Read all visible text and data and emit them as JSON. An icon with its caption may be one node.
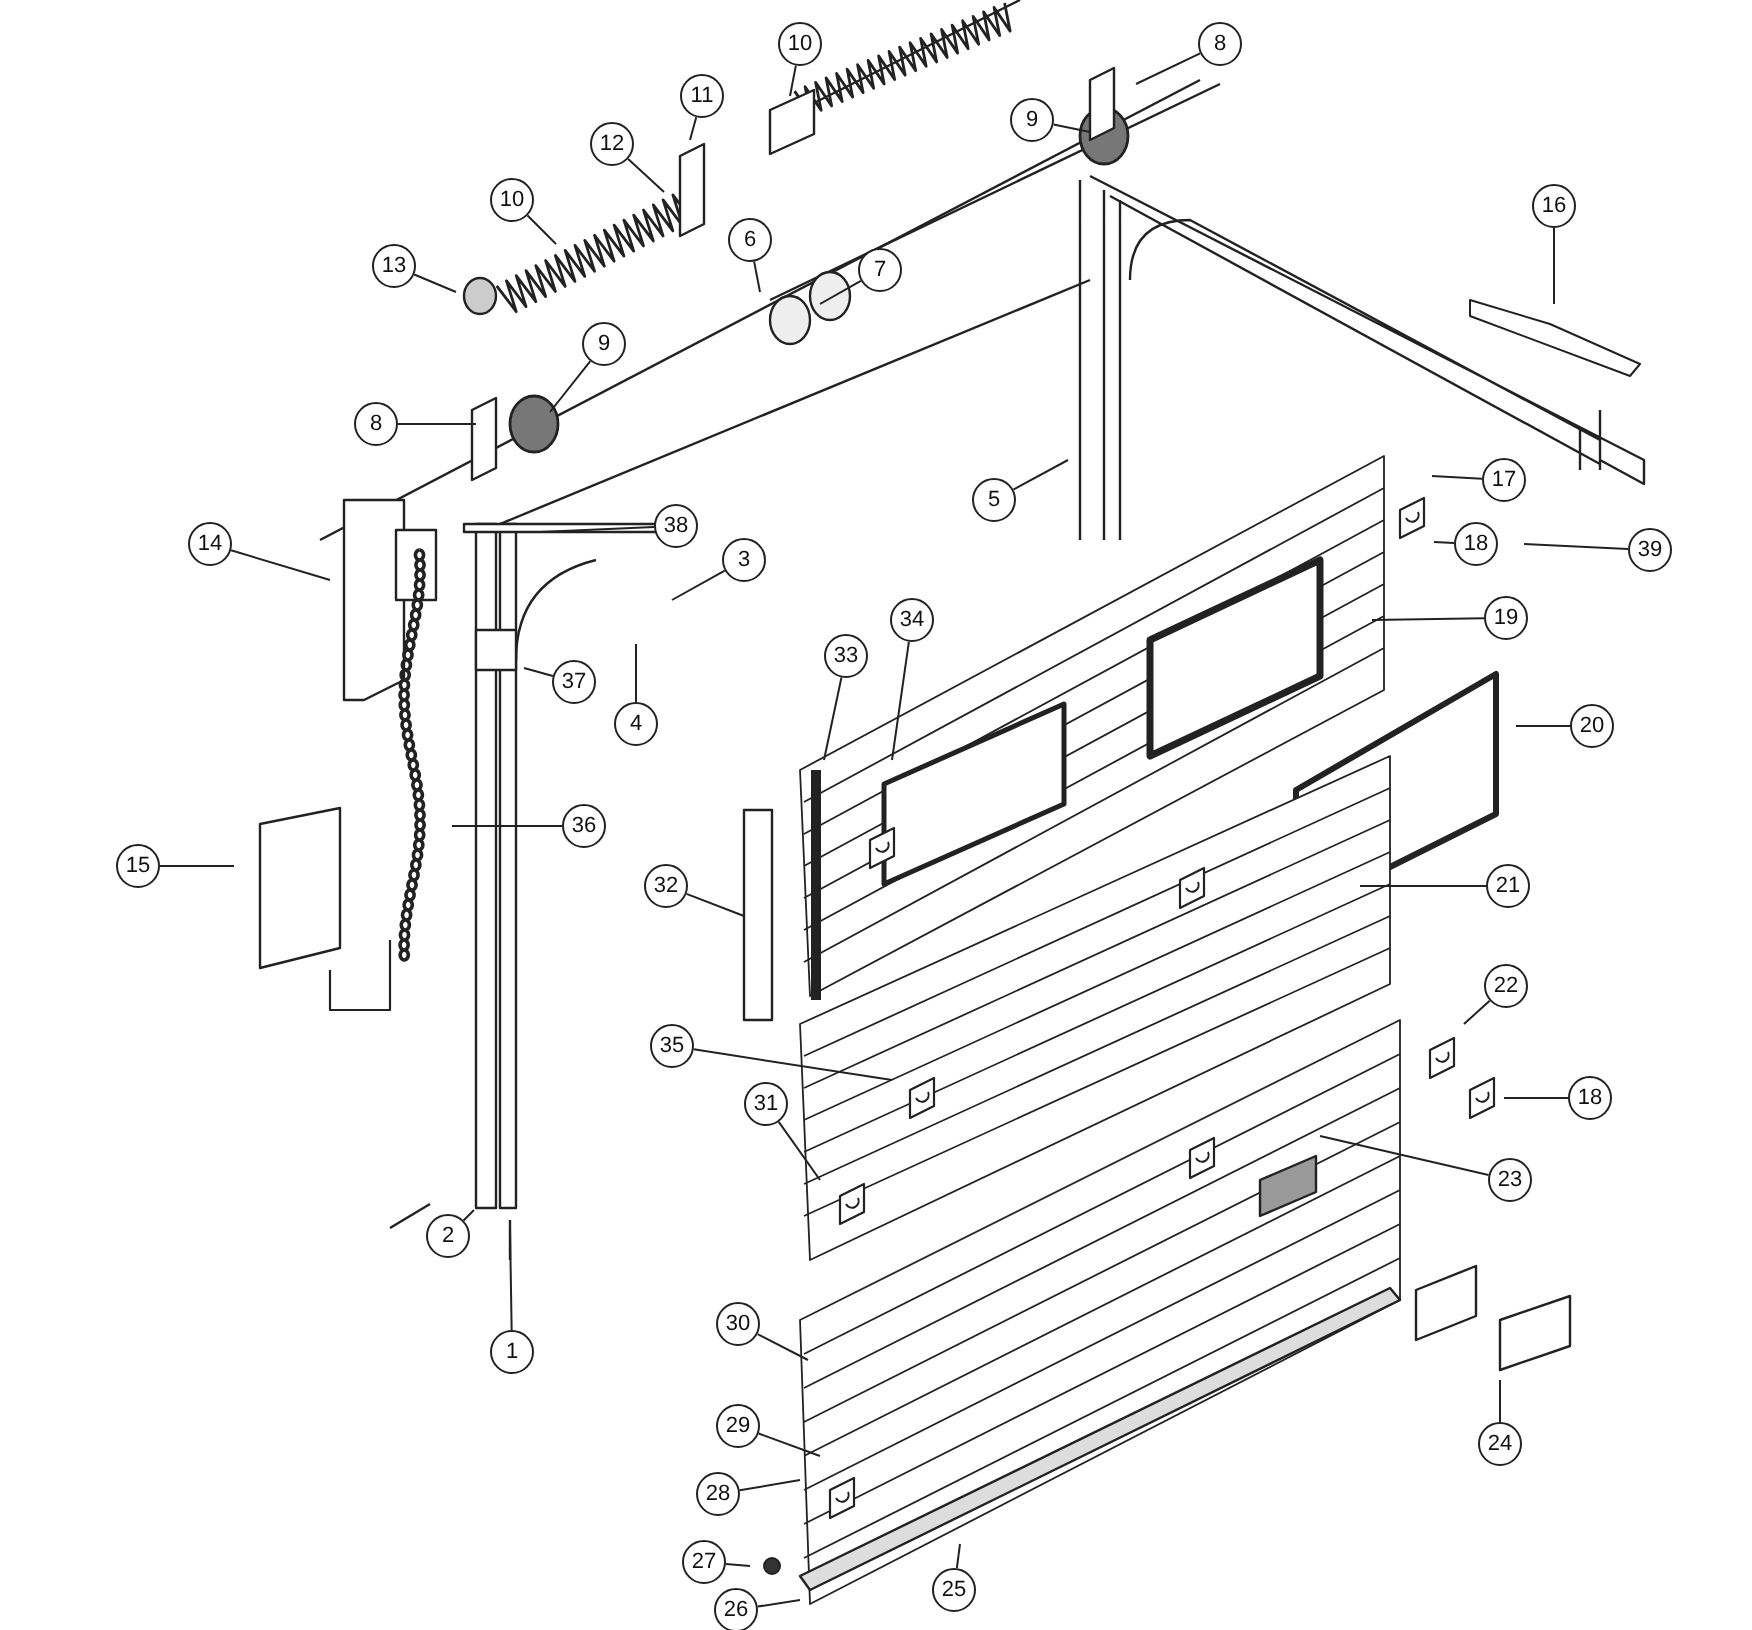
{
  "diagram": {
    "nodes": [
      {
        "text": [
          "10"
        ]
      },
      {
        "text": [
          "8"
        ]
      },
      {
        "text": [
          "11"
        ]
      },
      {
        "text": [
          "9"
        ]
      },
      {
        "text": [
          "12"
        ]
      },
      {
        "text": [
          "16"
        ]
      },
      {
        "text": [
          "10"
        ]
      },
      {
        "text": [
          "6"
        ]
      },
      {
        "text": [
          "13"
        ]
      },
      {
        "text": [
          "7"
        ]
      },
      {
        "text": [
          "9"
        ]
      },
      {
        "text": [
          "8"
        ]
      },
      {
        "text": [
          "17"
        ]
      },
      {
        "text": [
          "5"
        ]
      },
      {
        "text": [
          "38"
        ]
      },
      {
        "text": [
          "18"
        ]
      },
      {
        "text": [
          "14"
        ]
      },
      {
        "text": [
          "39"
        ]
      },
      {
        "text": [
          "3"
        ]
      },
      {
        "text": [
          "19"
        ]
      },
      {
        "text": [
          "34"
        ]
      },
      {
        "text": [
          "33"
        ]
      },
      {
        "text": [
          "37"
        ]
      },
      {
        "text": [
          "4"
        ]
      },
      {
        "text": [
          "20"
        ]
      },
      {
        "text": [
          "36"
        ]
      },
      {
        "text": [
          "15"
        ]
      },
      {
        "text": [
          "32"
        ]
      },
      {
        "text": [
          "21"
        ]
      },
      {
        "text": [
          "22"
        ]
      },
      {
        "text": [
          "35"
        ]
      },
      {
        "text": [
          "31"
        ]
      },
      {
        "text": [
          "18"
        ]
      },
      {
        "text": [
          "23"
        ]
      },
      {
        "text": [
          "2"
        ]
      },
      {
        "text": [
          "30"
        ]
      },
      {
        "text": [
          "1"
        ]
      },
      {
        "text": [
          "24"
        ]
      },
      {
        "text": [
          "29"
        ]
      },
      {
        "text": [
          "28"
        ]
      },
      {
        "text": [
          "27"
        ]
      },
      {
        "text": [
          "25"
        ]
      },
      {
        "text": [
          "26"
        ]
      }
    ],
    "edges": [
      {
        "from": 0,
        "to": null,
        "arrow": "none"
      },
      {
        "from": 1,
        "to": null,
        "arrow": "none"
      },
      {
        "from": 2,
        "to": null,
        "arrow": "none"
      },
      {
        "from": 3,
        "to": null,
        "arrow": "none"
      },
      {
        "from": 4,
        "to": null,
        "arrow": "none"
      },
      {
        "from": 5,
        "to": null,
        "arrow": "none"
      },
      {
        "from": 6,
        "to": null,
        "arrow": "none"
      },
      {
        "from": 7,
        "to": null,
        "arrow": "none"
      },
      {
        "from": 8,
        "to": null,
        "arrow": "none"
      },
      {
        "from": 9,
        "to": null,
        "arrow": "none"
      },
      {
        "from": 10,
        "to": null,
        "arrow": "none"
      },
      {
        "from": 11,
        "to": null,
        "arrow": "none"
      },
      {
        "from": 12,
        "to": null,
        "arrow": "none"
      },
      {
        "from": 13,
        "to": null,
        "arrow": "none"
      },
      {
        "from": 14,
        "to": null,
        "arrow": "none"
      },
      {
        "from": 15,
        "to": null,
        "arrow": "none"
      },
      {
        "from": 16,
        "to": null,
        "arrow": "none"
      },
      {
        "from": 17,
        "to": null,
        "arrow": "none"
      },
      {
        "from": 18,
        "to": null,
        "arrow": "none"
      },
      {
        "from": 19,
        "to": null,
        "arrow": "none"
      },
      {
        "from": 20,
        "to": null,
        "arrow": "none"
      },
      {
        "from": 21,
        "to": null,
        "arrow": "none"
      },
      {
        "from": 22,
        "to": null,
        "arrow": "none"
      },
      {
        "from": 23,
        "to": null,
        "arrow": "none"
      },
      {
        "from": 24,
        "to": null,
        "arrow": "none"
      },
      {
        "from": 25,
        "to": null,
        "arrow": "none"
      },
      {
        "from": 26,
        "to": null,
        "arrow": "none"
      },
      {
        "from": 27,
        "to": null,
        "arrow": "none"
      },
      {
        "from": 28,
        "to": null,
        "arrow": "none"
      },
      {
        "from": 29,
        "to": null,
        "arrow": "none"
      },
      {
        "from": 30,
        "to": null,
        "arrow": "none"
      },
      {
        "from": 31,
        "to": null,
        "arrow": "none"
      },
      {
        "from": 32,
        "to": null,
        "arrow": "none"
      },
      {
        "from": 33,
        "to": null,
        "arrow": "none"
      },
      {
        "from": 34,
        "to": null,
        "arrow": "none"
      },
      {
        "from": 35,
        "to": null,
        "arrow": "none"
      },
      {
        "from": 36,
        "to": null,
        "arrow": "none"
      },
      {
        "from": 37,
        "to": null,
        "arrow": "none"
      },
      {
        "from": 38,
        "to": null,
        "arrow": "none"
      },
      {
        "from": 39,
        "to": null,
        "arrow": "none"
      },
      {
        "from": 40,
        "to": null,
        "arrow": "none"
      },
      {
        "from": 41,
        "to": null,
        "arrow": "none"
      },
      {
        "from": 42,
        "to": null,
        "arrow": "none"
      }
    ]
  }
}
